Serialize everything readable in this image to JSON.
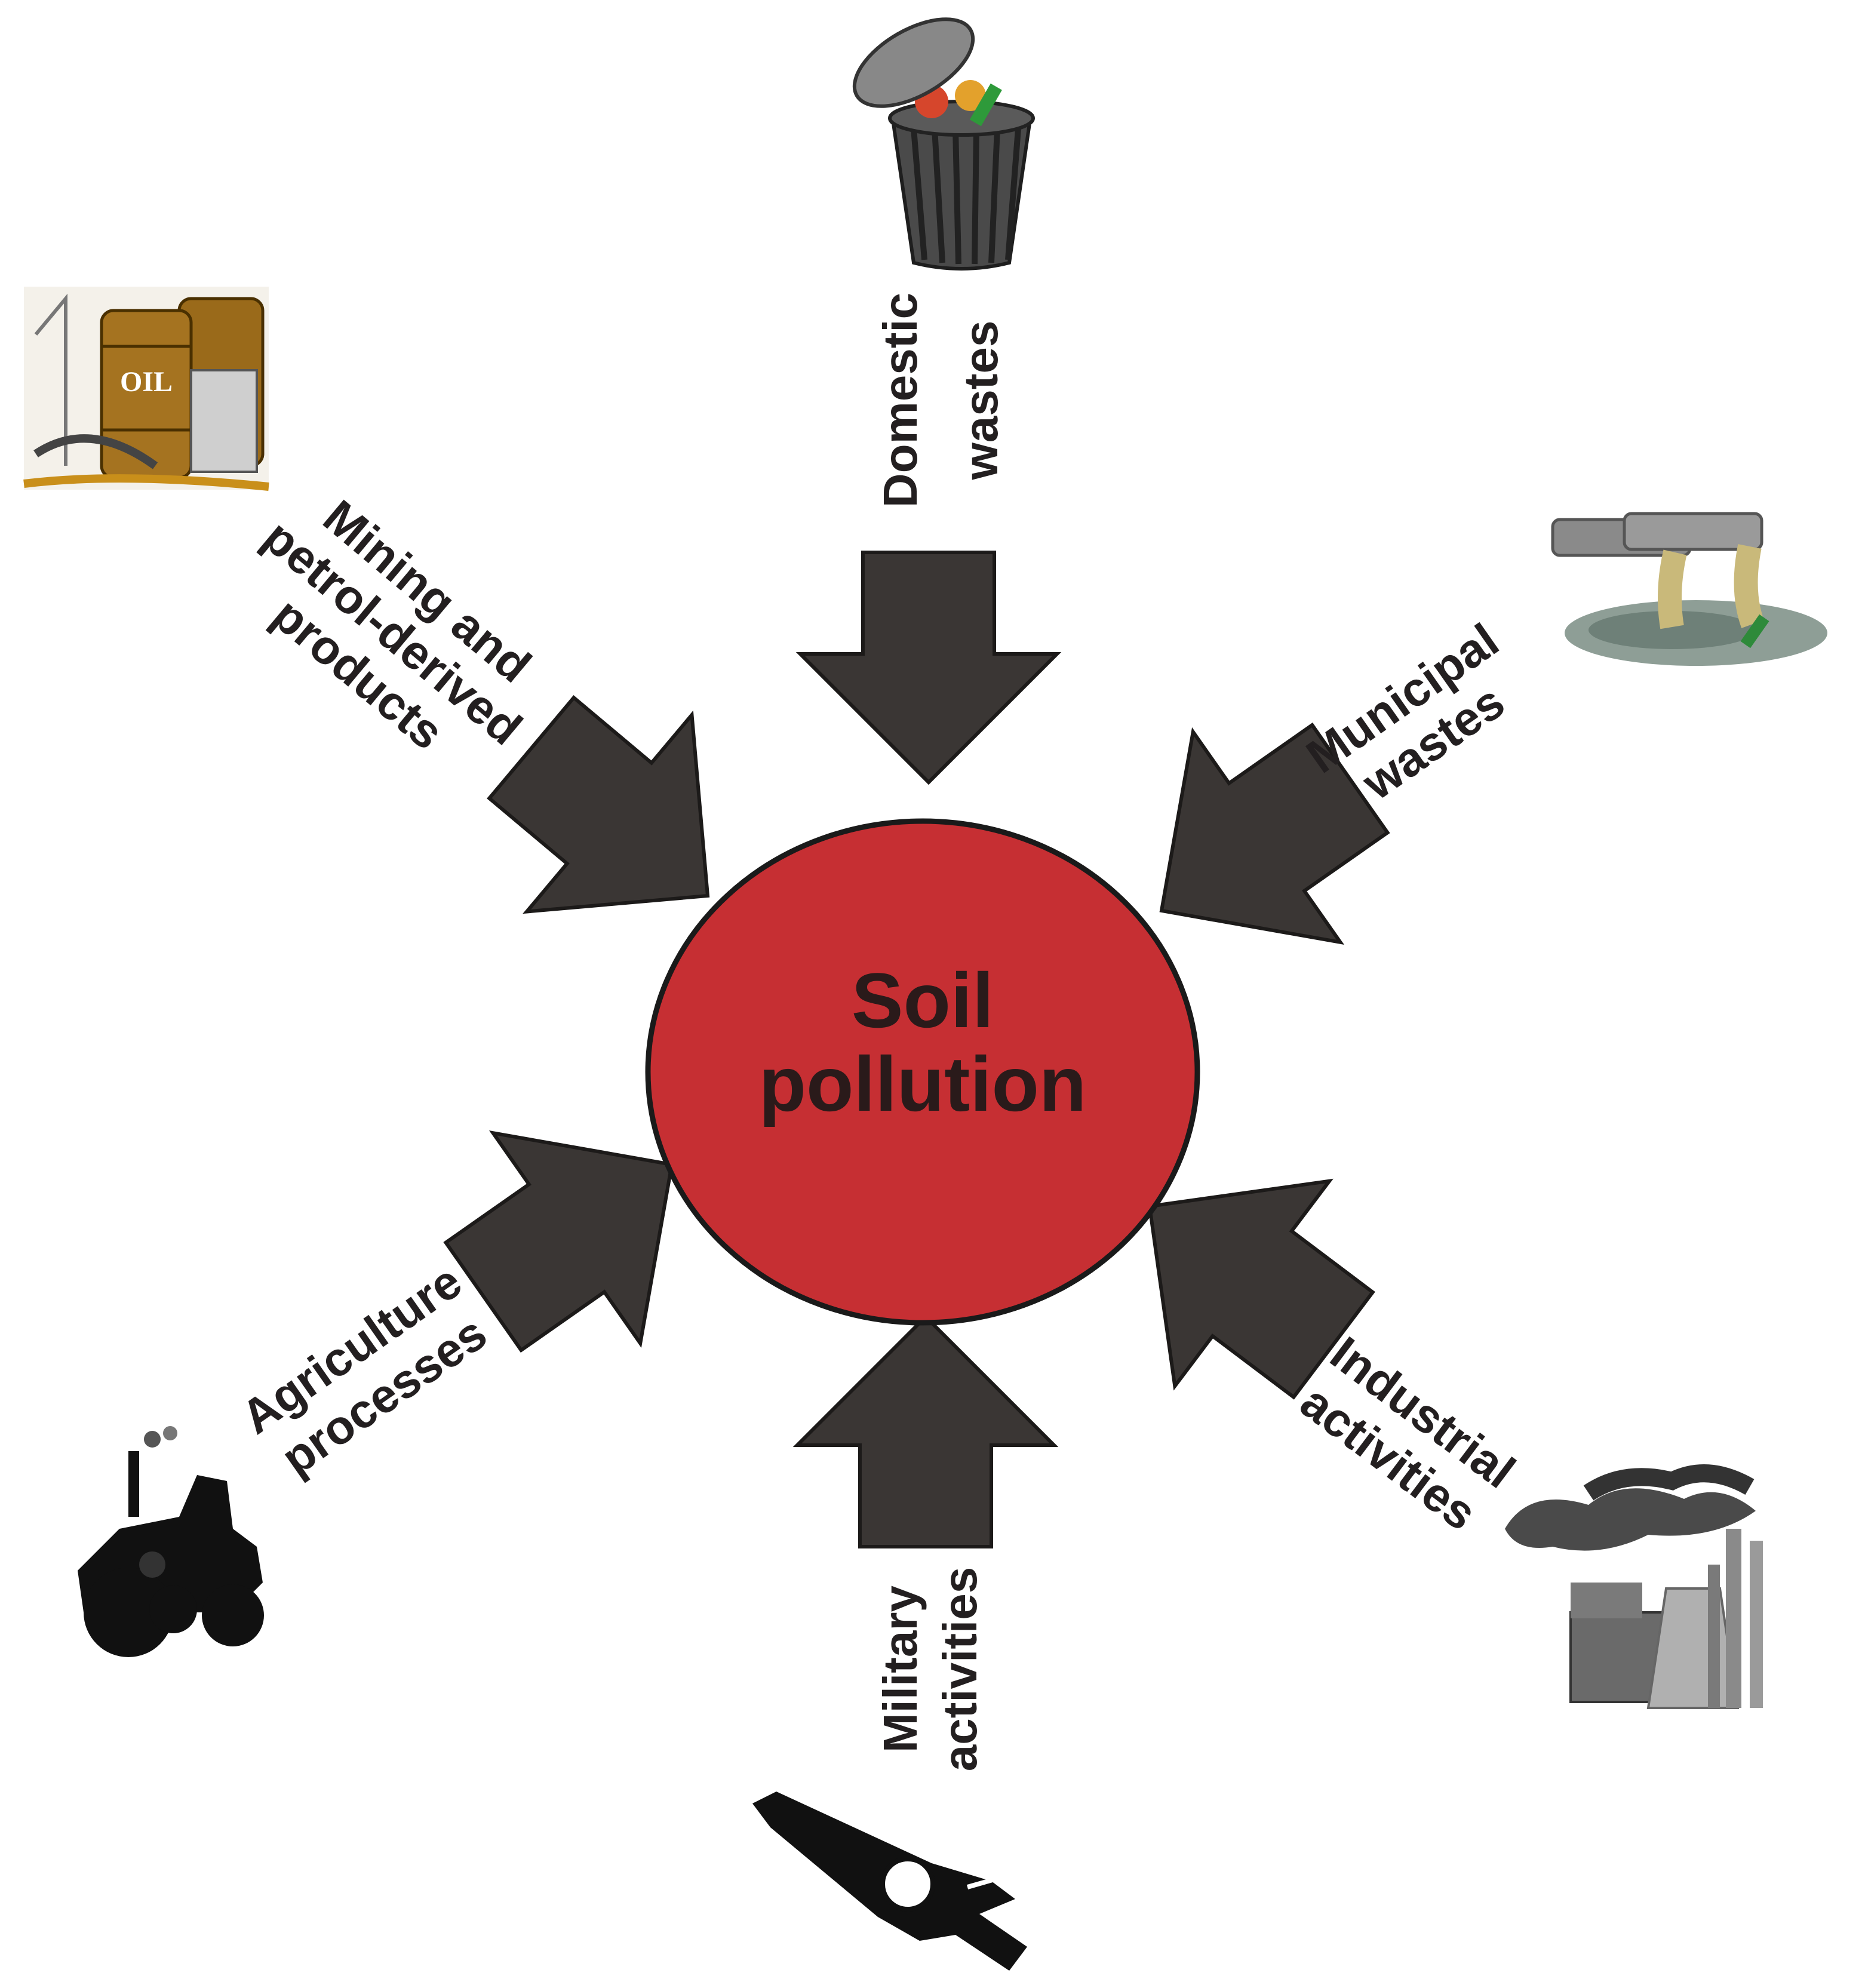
{
  "center": {
    "line1": "Soil",
    "line2": "pollution",
    "fill": "#c62f33"
  },
  "arrow_color": "#3a3634",
  "sources": [
    {
      "id": "domestic",
      "line1": "Domestic",
      "line2": "wastes",
      "icon": "trash-can-icon"
    },
    {
      "id": "municipal",
      "line1": "Municipal",
      "line2": "wastes",
      "icon": "sewage-pipes-icon"
    },
    {
      "id": "industrial",
      "line1": "Industrial",
      "line2": "activities",
      "icon": "factory-icon"
    },
    {
      "id": "military",
      "line1": "Military",
      "line2": "activities",
      "icon": "fighter-jet-icon"
    },
    {
      "id": "agriculture",
      "line1": "Agriculture",
      "line2": "processes",
      "icon": "tractor-icon"
    },
    {
      "id": "mining",
      "line1": "Mining and",
      "line2": "petrol-derived",
      "line3": "products",
      "icon": "oil-barrels-icon",
      "icon_text": "OIL"
    }
  ]
}
